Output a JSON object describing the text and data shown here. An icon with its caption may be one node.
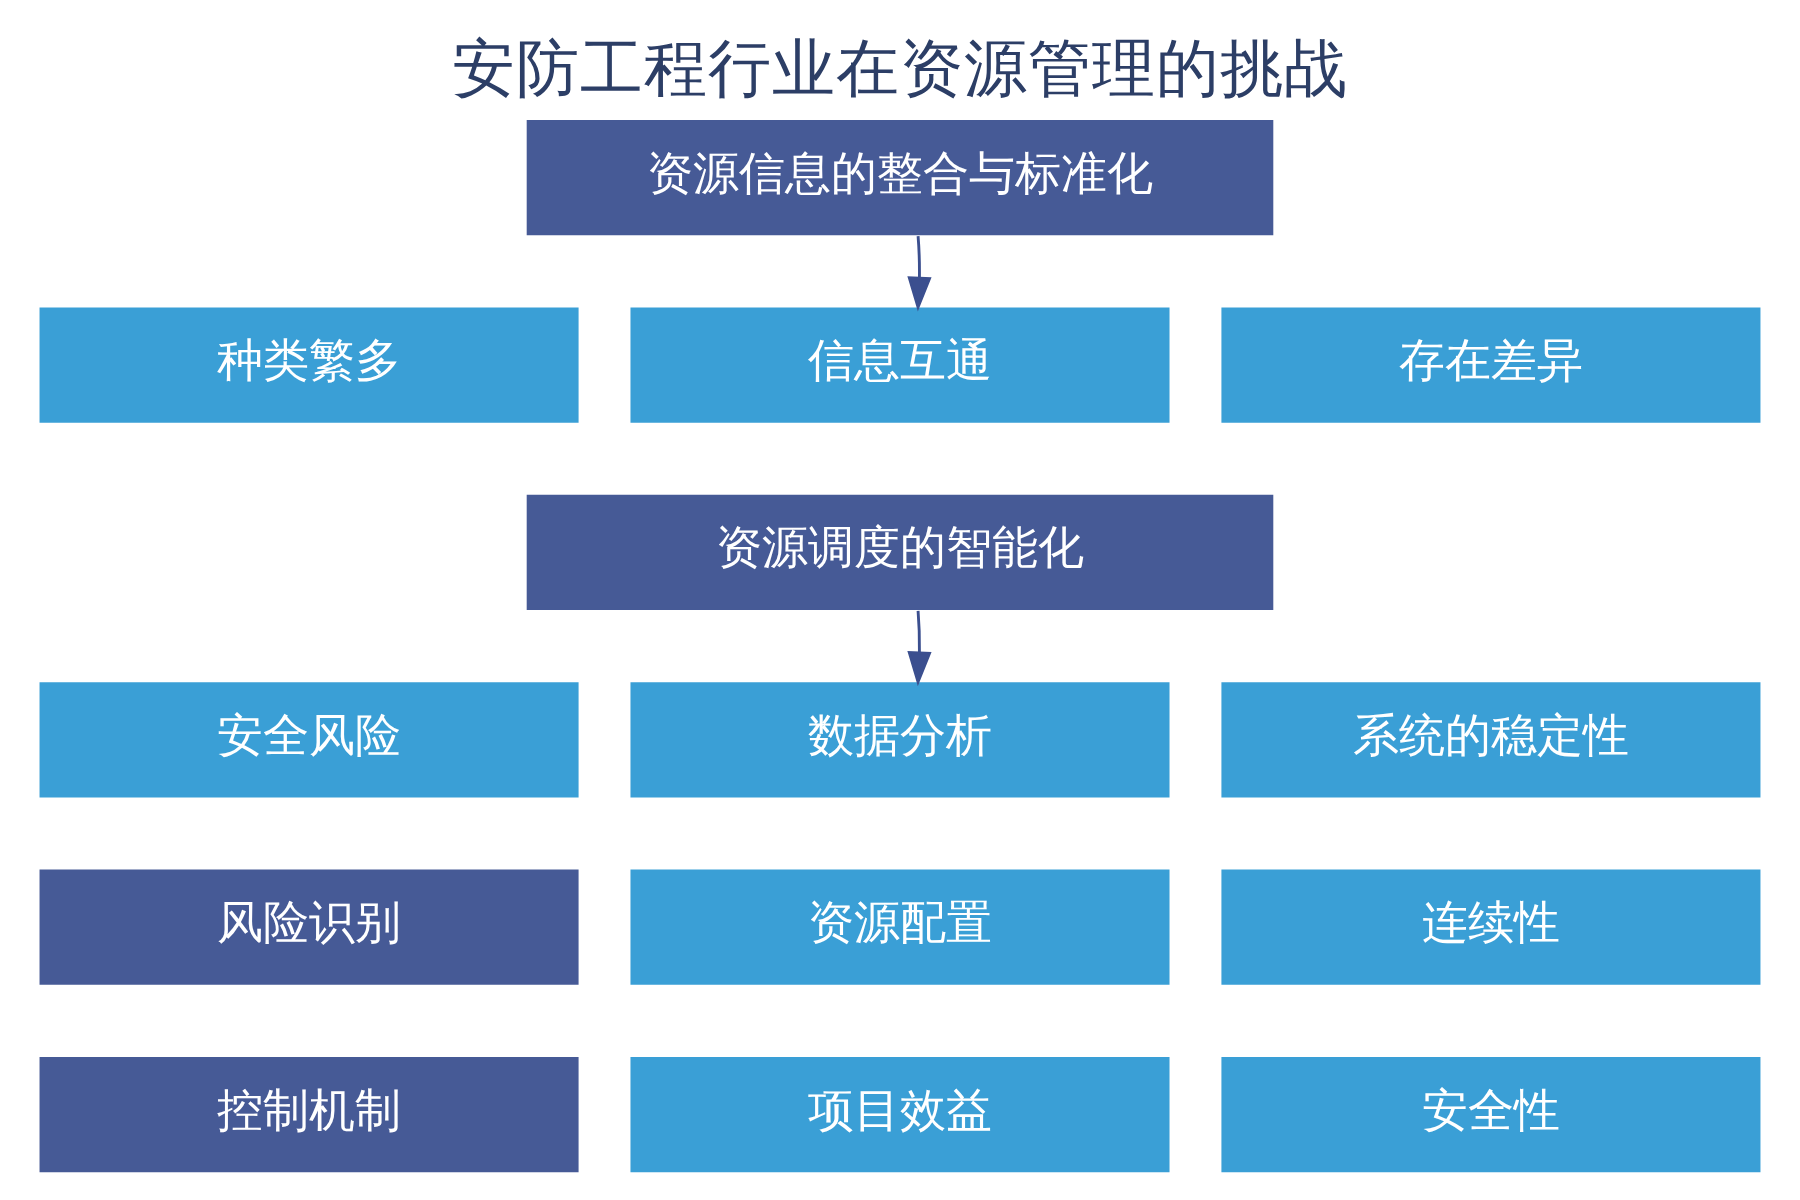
{
  "diagram": {
    "title": "安防工程行业在资源管理的挑战",
    "nodes": [
      {
        "text": [
          "资源信息的整合与标准化"
        ]
      },
      {
        "text": [
          "种类繁多"
        ]
      },
      {
        "text": [
          "信息互通"
        ]
      },
      {
        "text": [
          "存在差异"
        ]
      },
      {
        "text": [
          "资源调度的智能化"
        ]
      },
      {
        "text": [
          "安全风险"
        ]
      },
      {
        "text": [
          "数据分析"
        ]
      },
      {
        "text": [
          "系统的稳定性"
        ]
      },
      {
        "text": [
          "风险识别"
        ]
      },
      {
        "text": [
          "资源配置"
        ]
      },
      {
        "text": [
          "连续性"
        ]
      },
      {
        "text": [
          "控制机制"
        ]
      },
      {
        "text": [
          "项目效益"
        ]
      },
      {
        "text": [
          "安全性"
        ]
      }
    ],
    "edges": [
      {
        "from": 0,
        "to": 2,
        "arrow": "to"
      },
      {
        "from": 4,
        "to": 6,
        "arrow": "to"
      }
    ]
  }
}
